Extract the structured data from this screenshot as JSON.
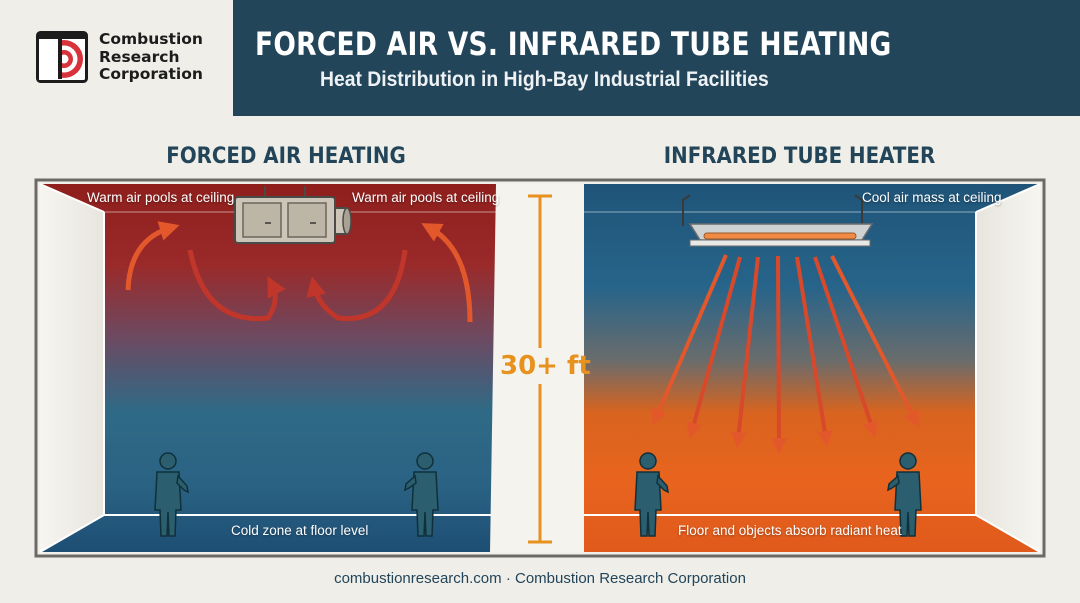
{
  "brand": {
    "name_lines": [
      "Combustion",
      "Research",
      "Corporation"
    ],
    "mark_color": "#d8323a"
  },
  "header": {
    "title": "FORCED AIR VS. INFRARED TUBE HEATING",
    "subtitle": "Heat Distribution in High-Bay Industrial Facilities"
  },
  "panels": {
    "forced_air": {
      "heading": "FORCED AIR HEATING",
      "ceiling_note_left": "Warm air pools at ceiling",
      "ceiling_note_right": "Warm air pools at ceiling",
      "floor_note": "Cold zone at floor level"
    },
    "infrared": {
      "heading": "INFRARED TUBE HEATER",
      "ceiling_note": "Cool air mass at ceiling",
      "floor_note": "Floor and objects absorb radiant heat"
    }
  },
  "ceiling_height": "30+ ft",
  "footer": {
    "website": "combustionresearch.com",
    "separator": "·",
    "company": "Combustion Research Corporation"
  },
  "colors": {
    "header_band": "#234559",
    "heading_text": "#234559",
    "warm_red": "#8c2020",
    "cool_blue": "#1f5478",
    "radiant_orange": "#e8641e",
    "arrow_orange": "#e3582a",
    "height_marker": "#e7921f"
  }
}
